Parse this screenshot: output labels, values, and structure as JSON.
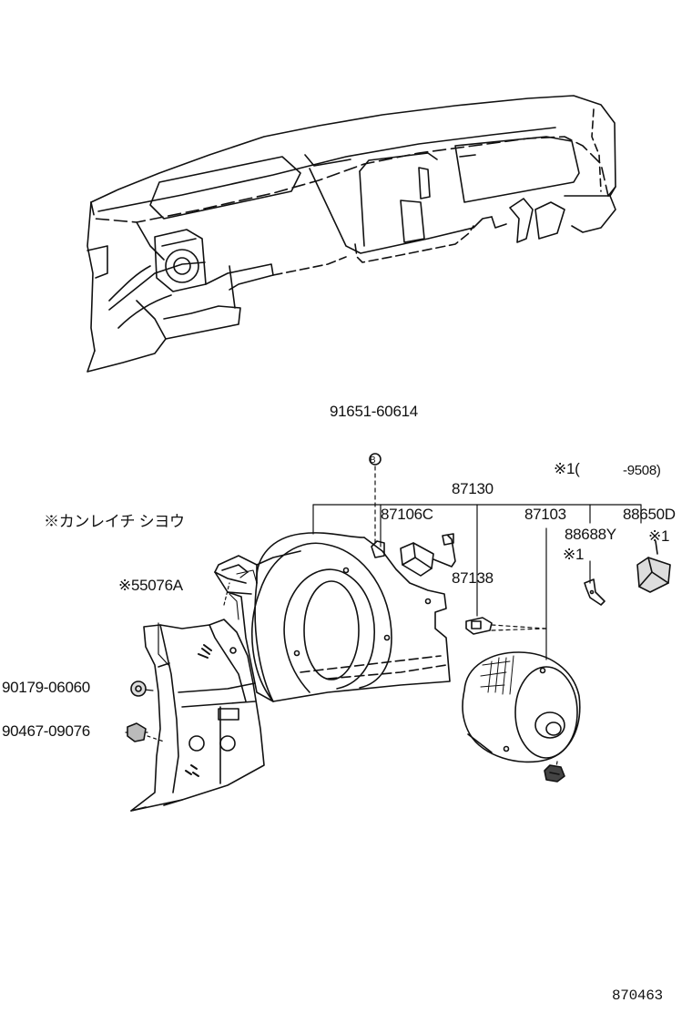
{
  "diagram": {
    "parts": {
      "p91651": "91651-60614",
      "p87130": "87130",
      "p87106c": "87106C",
      "p87138": "87138",
      "p87103": "87103",
      "p88688y": "88688Y",
      "p88650d": "88650D",
      "p55076a": "※55076A",
      "p90179": "90179-06060",
      "p90467": "90467-09076"
    },
    "notes": {
      "note1_prefix": "※1(",
      "note1_range": "-9508)",
      "note_star1_a": "※1",
      "note_star1_b": "※1",
      "region_note": "※カンレイチ シヨウ",
      "callout_b": "B"
    },
    "figure_number": "870463"
  }
}
